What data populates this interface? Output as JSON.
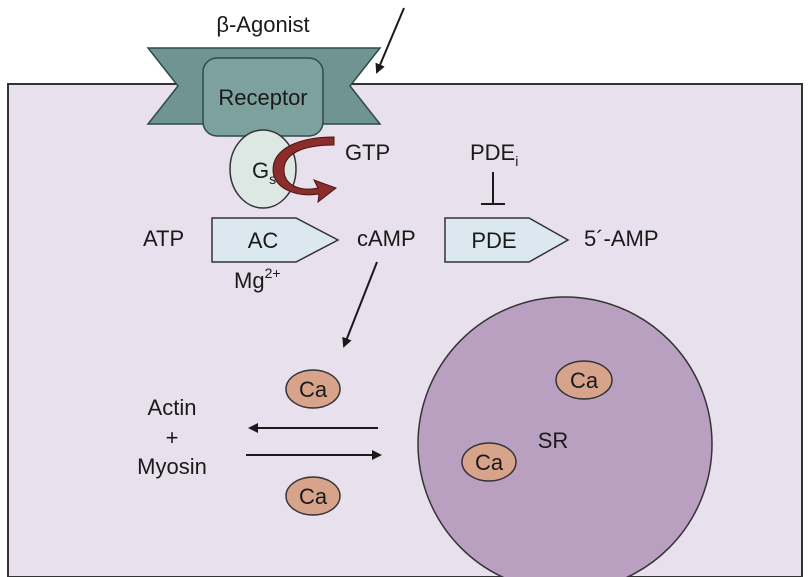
{
  "labels": {
    "agonist": "β-Agonist",
    "receptor": "Receptor",
    "gs_main": "G",
    "gs_sub": "s",
    "gtp": "GTP",
    "pdei_main": "PDE",
    "pdei_sub": "i",
    "atp": "ATP",
    "ac": "AC",
    "camp": "cAMP",
    "pde": "PDE",
    "amp5": "5´-AMP",
    "mg_main": "Mg",
    "mg_sup": "2+",
    "ca_top": "Ca",
    "ca_bottom": "Ca",
    "ca_sr_1": "Ca",
    "ca_sr_2": "Ca",
    "sr": "SR",
    "actin": "Actin",
    "plus": "+",
    "myosin": "Myosin"
  },
  "colors": {
    "cell_fill": "#e8e0ec",
    "receptor_fill": "#6f9492",
    "gs_fill": "#dde7e3",
    "enzyme_fill": "#dbe8ef",
    "gtp_arrow": "#8b2d2d",
    "ca_fill": "#d7a48b",
    "sr_fill": "#b9a0c0"
  }
}
